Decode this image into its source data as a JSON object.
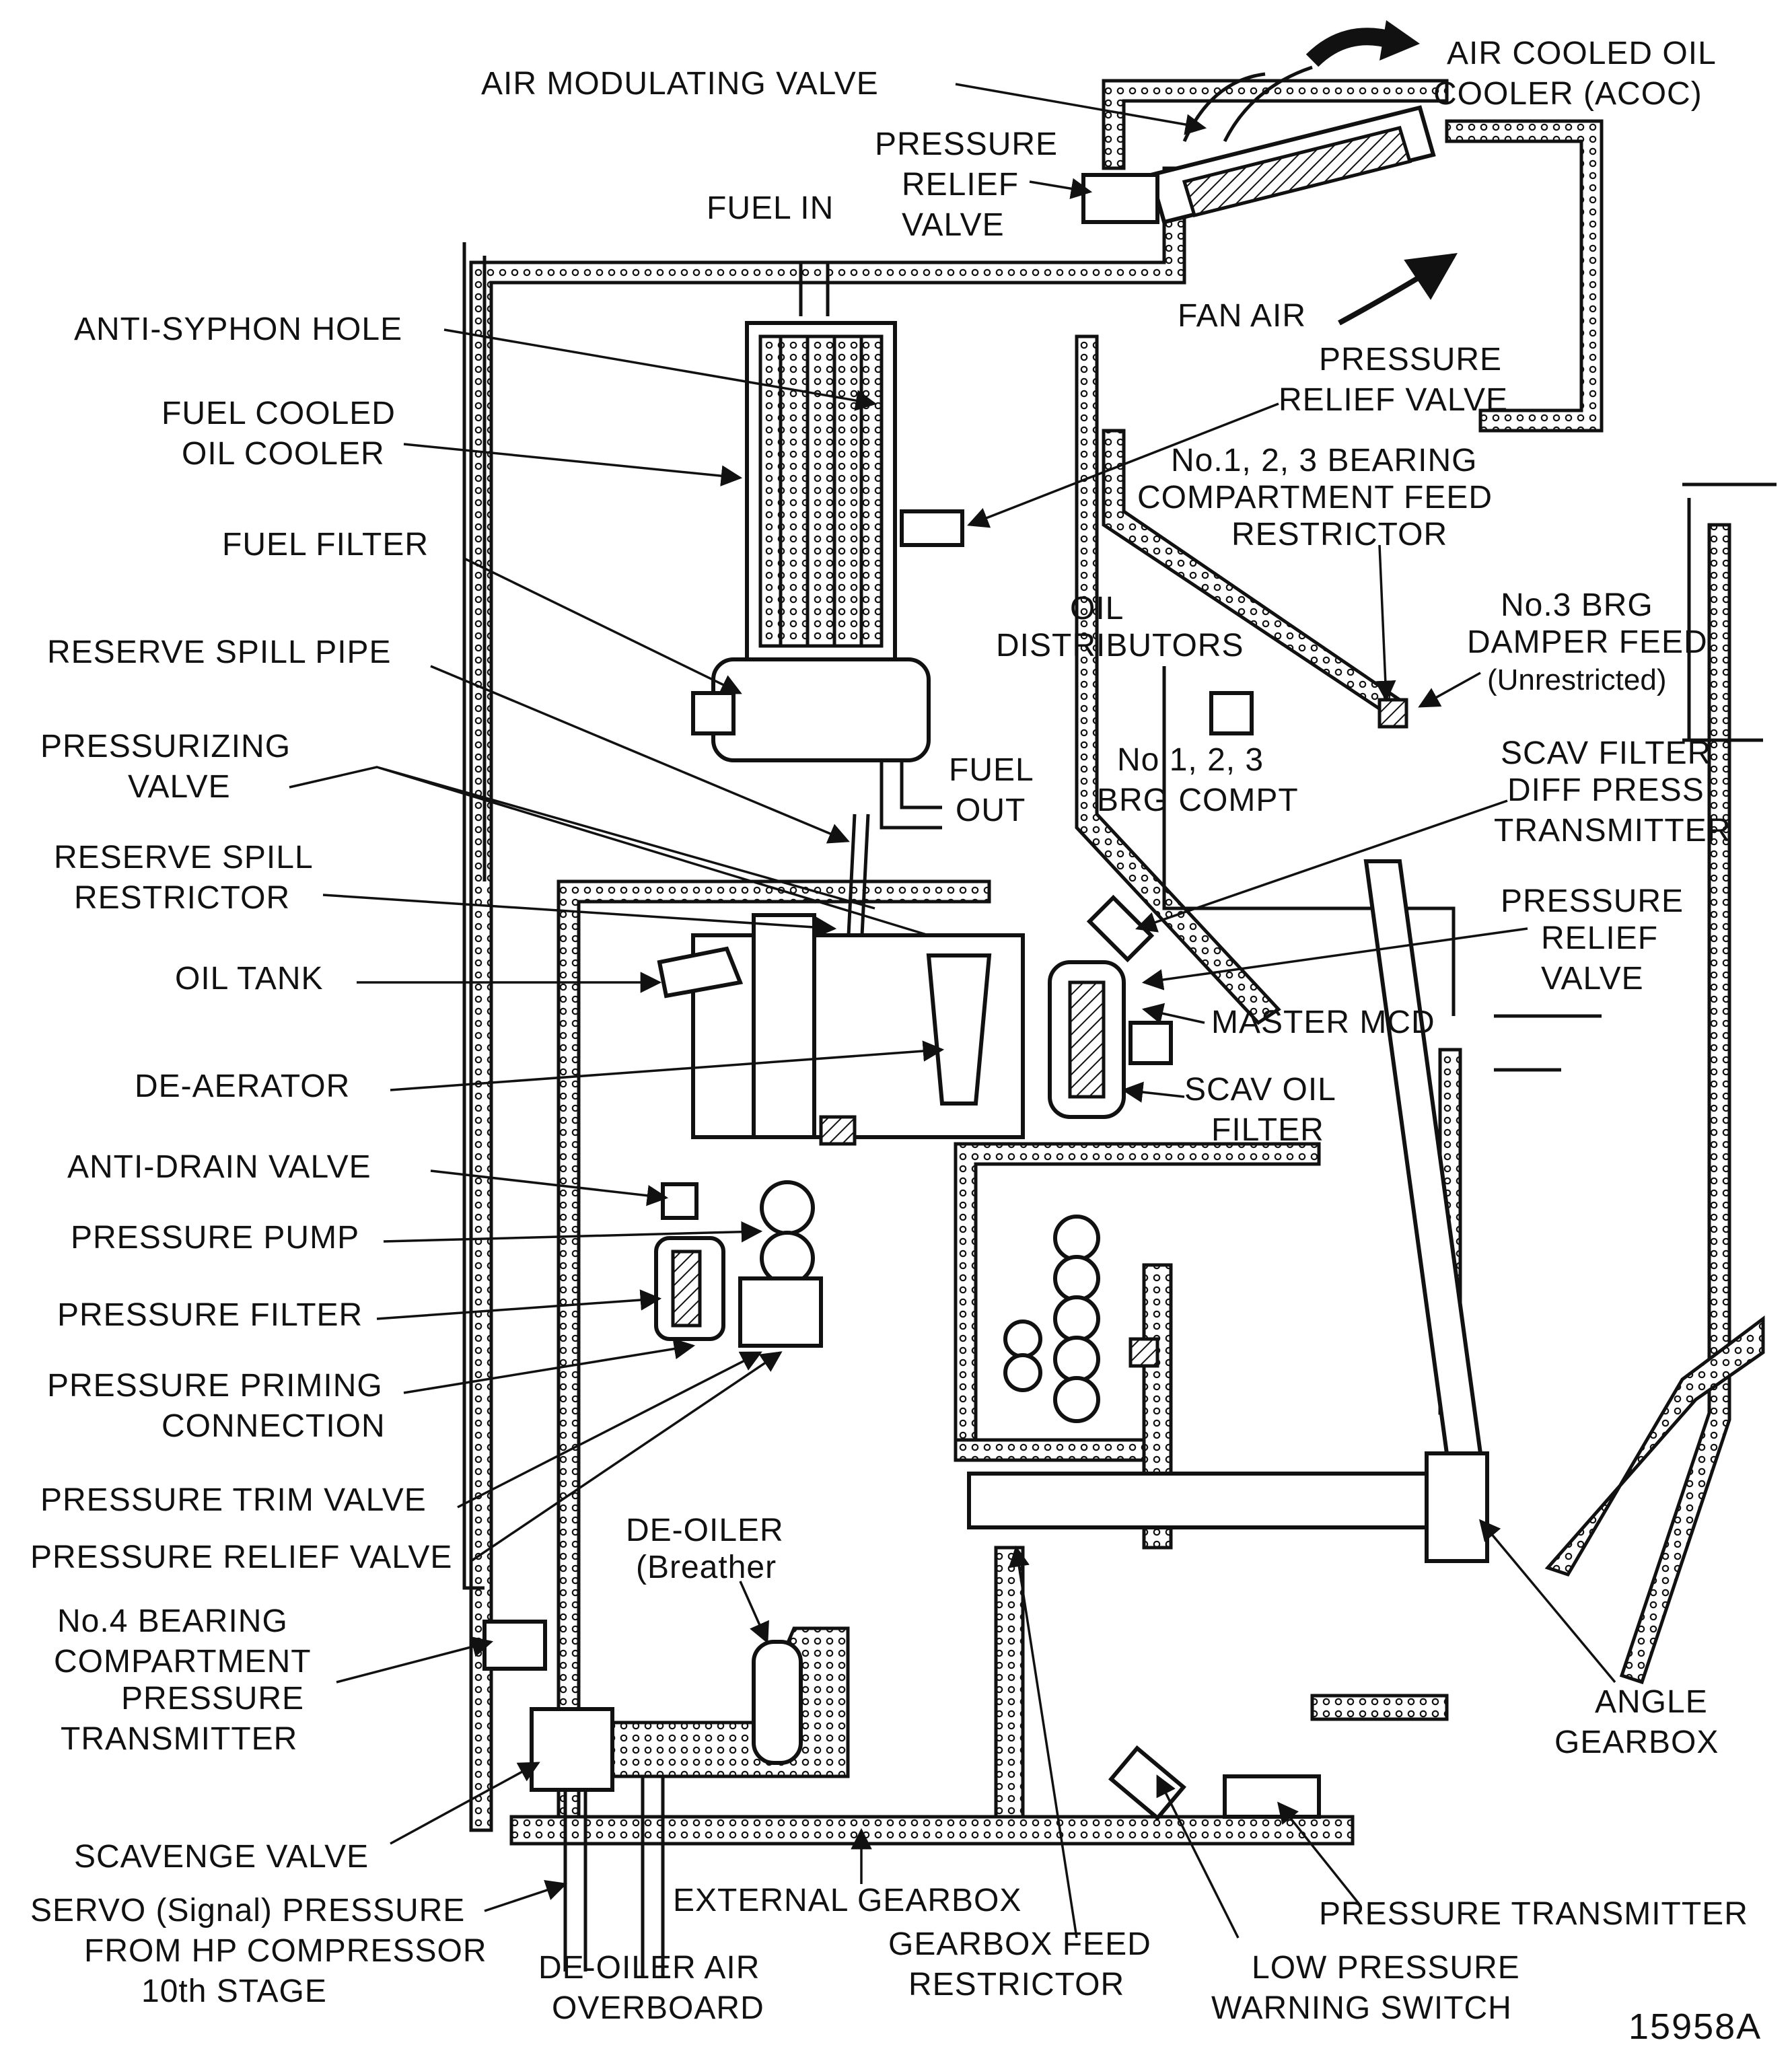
{
  "labels": {
    "air_modulating_valve": "AIR MODULATING VALVE",
    "acoc_line1": "AIR COOLED OIL",
    "acoc_line2": "COOLER (ACOC)",
    "pressure_relief_valve_top_line1": "PRESSURE",
    "pressure_relief_valve_top_line2": "RELIEF",
    "pressure_relief_valve_top_line3": "VALVE",
    "fuel_in": "FUEL IN",
    "fan_air": "FAN AIR",
    "anti_syphon_hole": "ANTI-SYPHON HOLE",
    "pressure_relief_valve_right_line1": "PRESSURE",
    "pressure_relief_valve_right_line2": "RELIEF VALVE",
    "fuel_cooled_oil_cooler_line1": "FUEL COOLED",
    "fuel_cooled_oil_cooler_line2": "OIL COOLER",
    "feed_restrictor_line1": "No.1, 2, 3 BEARING",
    "feed_restrictor_line2": "COMPARTMENT FEED",
    "feed_restrictor_line3": "RESTRICTOR",
    "fuel_filter": "FUEL FILTER",
    "oil_distributors_line1": "OIL",
    "oil_distributors_line2": "DISTRIBUTORS",
    "brg3_damper_line1": "No.3 BRG",
    "brg3_damper_line2": "DAMPER FEED",
    "brg3_damper_line3": "(Unrestricted)",
    "reserve_spill_pipe": "RESERVE SPILL PIPE",
    "pressurizing_valve_line1": "PRESSURIZING",
    "pressurizing_valve_line2": "VALVE",
    "fuel_out_line1": "FUEL",
    "fuel_out_line2": "OUT",
    "brg_compt_line1": "No.1, 2, 3",
    "brg_compt_line2": "BRG COMPT",
    "scav_filter_dpt_line1": "SCAV FILTER",
    "scav_filter_dpt_line2": "DIFF PRESS",
    "scav_filter_dpt_line3": "TRANSMITTER",
    "reserve_spill_restrictor_line1": "RESERVE SPILL",
    "reserve_spill_restrictor_line2": "RESTRICTOR",
    "pressure_relief_valve_mid_line1": "PRESSURE",
    "pressure_relief_valve_mid_line2": "RELIEF",
    "pressure_relief_valve_mid_line3": "VALVE",
    "oil_tank": "OIL TANK",
    "master_mcd": "MASTER MCD",
    "de_aerator": "DE-AERATOR",
    "scav_oil_filter_line1": "SCAV OIL",
    "scav_oil_filter_line2": "FILTER",
    "anti_drain_valve": "ANTI-DRAIN VALVE",
    "pressure_pump": "PRESSURE PUMP",
    "pressure_filter": "PRESSURE FILTER",
    "pressure_priming_line1": "PRESSURE PRIMING",
    "pressure_priming_line2": "CONNECTION",
    "pressure_trim_valve": "PRESSURE TRIM VALVE",
    "pressure_relief_valve_low": "PRESSURE RELIEF VALVE",
    "de_oiler_line1": "DE-OILER",
    "de_oiler_line2": "(Breather",
    "no4_line1": "No.4 BEARING",
    "no4_line2": "COMPARTMENT",
    "no4_line3": "PRESSURE",
    "no4_line4": "TRANSMITTER",
    "angle_gearbox_line1": "ANGLE",
    "angle_gearbox_line2": "GEARBOX",
    "scavenge_valve": "SCAVENGE VALVE",
    "servo_line1": "SERVO (Signal) PRESSURE",
    "servo_line2": "FROM HP COMPRESSOR",
    "servo_line3": "10th STAGE",
    "external_gearbox": "EXTERNAL GEARBOX",
    "pressure_transmitter": "PRESSURE TRANSMITTER",
    "gearbox_feed_line1": "GEARBOX FEED",
    "gearbox_feed_line2": "RESTRICTOR",
    "de_oiler_air_line1": "DE-OILER AIR",
    "de_oiler_air_line2": "OVERBOARD",
    "low_pressure_line1": "LOW PRESSURE",
    "low_pressure_line2": "WARNING SWITCH",
    "figure_number": "15958A"
  }
}
